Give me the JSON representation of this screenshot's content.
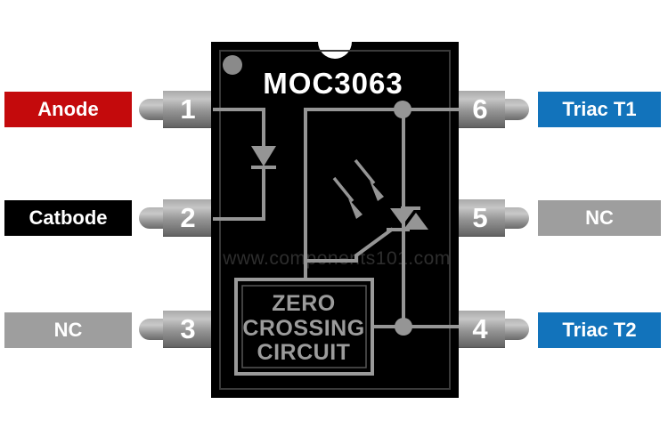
{
  "chip": {
    "title": "MOC3063",
    "watermark": "www.components101.com",
    "zero_crossing": {
      "line1": "ZERO",
      "line2": "CROSSING",
      "line3": "CIRCUIT"
    }
  },
  "pins": [
    {
      "number": "1",
      "side": "left",
      "label": "Anode",
      "label_color": "#c40a0c"
    },
    {
      "number": "2",
      "side": "left",
      "label": "Catbode",
      "label_color": "#000000"
    },
    {
      "number": "3",
      "side": "left",
      "label": "NC",
      "label_color": "#9e9e9e"
    },
    {
      "number": "6",
      "side": "right",
      "label": "Triac T1",
      "label_color": "#1273bb"
    },
    {
      "number": "5",
      "side": "right",
      "label": "NC",
      "label_color": "#9e9e9e"
    },
    {
      "number": "4",
      "side": "right",
      "label": "Triac T2",
      "label_color": "#1273bb"
    }
  ],
  "colors": {
    "accent_red": "#c40a0c",
    "accent_blue": "#1273bb",
    "nc_gray": "#9e9e9e",
    "chip_body": "#000000",
    "wire_gray": "#959595",
    "watermark_gray": "#2e2e2e",
    "text_white": "#ffffff"
  }
}
